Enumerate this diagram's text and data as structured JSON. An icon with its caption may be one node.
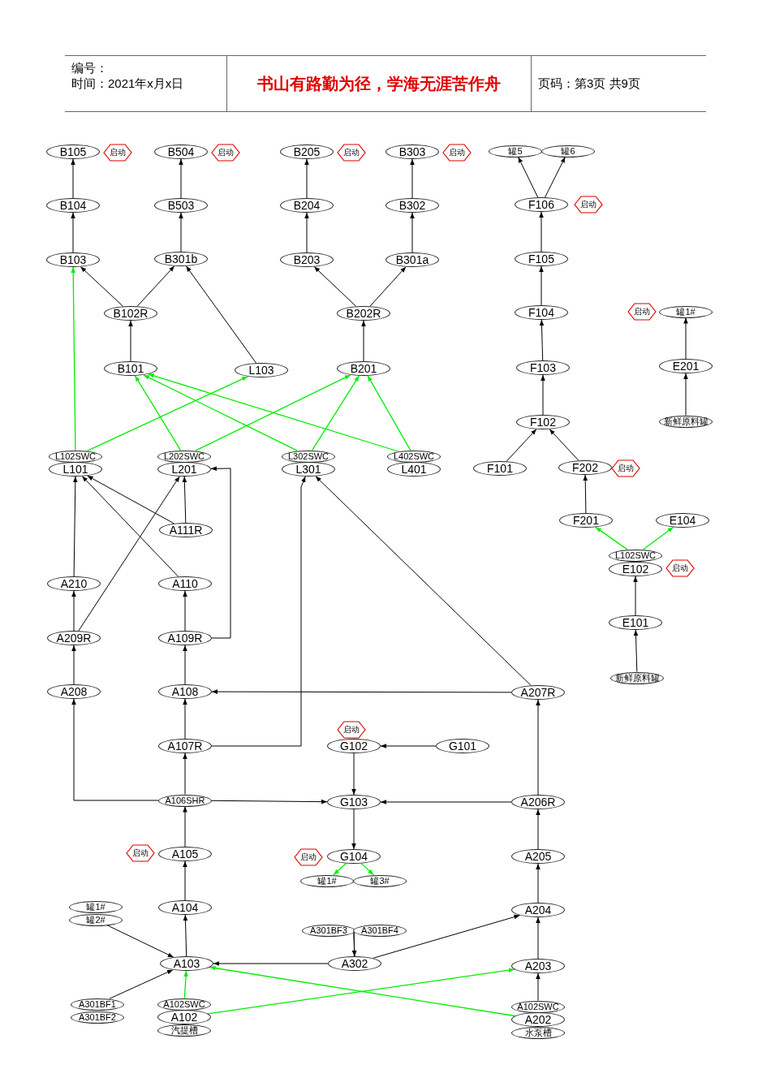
{
  "diagram": {
    "nodes": [
      {
        "text": [
          "B105"
        ]
      },
      {
        "text": [
          "启动"
        ]
      },
      {
        "text": [
          "B504"
        ]
      },
      {
        "text": [
          "启动"
        ]
      },
      {
        "text": [
          "B205"
        ]
      },
      {
        "text": [
          "启动"
        ]
      },
      {
        "text": [
          "B303"
        ]
      },
      {
        "text": [
          "启动"
        ]
      },
      {
        "text": [
          "罐5"
        ]
      },
      {
        "text": [
          "罐6"
        ]
      },
      {
        "text": [
          "B104"
        ]
      },
      {
        "text": [
          "B503"
        ]
      },
      {
        "text": [
          "B204"
        ]
      },
      {
        "text": [
          "B302"
        ]
      },
      {
        "text": [
          "F106"
        ]
      },
      {
        "text": [
          "启动"
        ]
      },
      {
        "text": [
          "B103"
        ]
      },
      {
        "text": [
          "B301b"
        ]
      },
      {
        "text": [
          "B203"
        ]
      },
      {
        "text": [
          "B301a"
        ]
      },
      {
        "text": [
          "F105"
        ]
      },
      {
        "text": [
          "B102R"
        ]
      },
      {
        "text": [
          "B202R"
        ]
      },
      {
        "text": [
          "F104"
        ]
      },
      {
        "text": [
          "启动"
        ]
      },
      {
        "text": [
          "罐1#"
        ]
      },
      {
        "text": [
          "B101"
        ]
      },
      {
        "text": [
          "L103"
        ]
      },
      {
        "text": [
          "B201"
        ]
      },
      {
        "text": [
          "F103"
        ]
      },
      {
        "text": [
          "E201"
        ]
      },
      {
        "text": [
          "F102"
        ]
      },
      {
        "text": [
          "新鲜原料罐"
        ]
      },
      {
        "text": [
          "L102SWC"
        ]
      },
      {
        "text": [
          "L202SWC"
        ]
      },
      {
        "text": [
          "L302SWC"
        ]
      },
      {
        "text": [
          "L402SWC"
        ]
      },
      {
        "text": [
          "L101"
        ]
      },
      {
        "text": [
          "L201"
        ]
      },
      {
        "text": [
          "L301"
        ]
      },
      {
        "text": [
          "L401"
        ]
      },
      {
        "text": [
          "F101"
        ]
      },
      {
        "text": [
          "F202"
        ]
      },
      {
        "text": [
          "启动"
        ]
      },
      {
        "text": [
          "F201"
        ]
      },
      {
        "text": [
          "E104"
        ]
      },
      {
        "text": [
          "A111R"
        ]
      },
      {
        "text": [
          "L102SWC"
        ]
      },
      {
        "text": [
          "E102"
        ]
      },
      {
        "text": [
          "启动"
        ]
      },
      {
        "text": [
          "A210"
        ]
      },
      {
        "text": [
          "A110"
        ]
      },
      {
        "text": [
          "E101"
        ]
      },
      {
        "text": [
          "A209R"
        ]
      },
      {
        "text": [
          "A109R"
        ]
      },
      {
        "text": [
          "新鲜原料罐"
        ]
      },
      {
        "text": [
          "A208"
        ]
      },
      {
        "text": [
          "A108"
        ]
      },
      {
        "text": [
          "A207R"
        ]
      },
      {
        "text": [
          "启动"
        ]
      },
      {
        "text": [
          "A107R"
        ]
      },
      {
        "text": [
          "G102"
        ]
      },
      {
        "text": [
          "G101"
        ]
      },
      {
        "text": [
          "A106SHR"
        ]
      },
      {
        "text": [
          "G103"
        ]
      },
      {
        "text": [
          "A206R"
        ]
      },
      {
        "text": [
          "启动"
        ]
      },
      {
        "text": [
          "A105"
        ]
      },
      {
        "text": [
          "启动"
        ]
      },
      {
        "text": [
          "G104"
        ]
      },
      {
        "text": [
          "A205"
        ]
      },
      {
        "text": [
          "罐1#"
        ]
      },
      {
        "text": [
          "罐3#"
        ]
      },
      {
        "text": [
          "罐1#"
        ]
      },
      {
        "text": [
          "A104"
        ]
      },
      {
        "text": [
          "A204"
        ]
      },
      {
        "text": [
          "罐2#"
        ]
      },
      {
        "text": [
          "A301BF3"
        ]
      },
      {
        "text": [
          "A301BF4"
        ]
      },
      {
        "text": [
          "A103"
        ]
      },
      {
        "text": [
          "A302"
        ]
      },
      {
        "text": [
          "A203"
        ]
      },
      {
        "text": [
          "A301BF1"
        ]
      },
      {
        "text": [
          "A102SWC"
        ]
      },
      {
        "text": [
          "A102SWC"
        ]
      },
      {
        "text": [
          "A301BF2"
        ]
      },
      {
        "text": [
          "A102"
        ]
      },
      {
        "text": [
          "A202"
        ]
      },
      {
        "text": [
          "汽提槽"
        ]
      },
      {
        "text": [
          "水泵槽"
        ]
      }
    ],
    "edges": [
      {
        "from": 10,
        "to": 0,
        "arrow": "to"
      },
      {
        "from": 11,
        "to": 2,
        "arrow": "to"
      },
      {
        "from": 12,
        "to": 4,
        "arrow": "to"
      },
      {
        "from": 13,
        "to": 6,
        "arrow": "to"
      },
      {
        "from": 14,
        "to": 8,
        "arrow": "to"
      },
      {
        "from": 14,
        "to": 9,
        "arrow": "to"
      },
      {
        "from": 16,
        "to": 10,
        "arrow": "to"
      },
      {
        "from": 17,
        "to": 11,
        "arrow": "to"
      },
      {
        "from": 18,
        "to": 12,
        "arrow": "to"
      },
      {
        "from": 19,
        "to": 13,
        "arrow": "to"
      },
      {
        "from": 20,
        "to": 14,
        "arrow": "to"
      },
      {
        "from": 21,
        "to": 16,
        "arrow": "to"
      },
      {
        "from": 21,
        "to": 17,
        "arrow": "to"
      },
      {
        "from": 27,
        "to": 17,
        "arrow": "to"
      },
      {
        "from": 22,
        "to": 18,
        "arrow": "to"
      },
      {
        "from": 22,
        "to": 19,
        "arrow": "to"
      },
      {
        "from": 23,
        "to": 20,
        "arrow": "to"
      },
      {
        "from": 26,
        "to": 21,
        "arrow": "to"
      },
      {
        "from": 28,
        "to": 22,
        "arrow": "to"
      },
      {
        "from": 29,
        "to": 23,
        "arrow": "to"
      },
      {
        "from": 30,
        "to": 25,
        "arrow": "to"
      },
      {
        "from": 31,
        "to": 29,
        "arrow": "to"
      },
      {
        "from": 32,
        "to": 30,
        "arrow": "to"
      },
      {
        "from": 33,
        "to": 16,
        "arrow": "to",
        "color": "#00ee00"
      },
      {
        "from": 33,
        "to": 27,
        "arrow": "to",
        "color": "#00ee00"
      },
      {
        "from": 34,
        "to": 26,
        "arrow": "to",
        "color": "#00ee00"
      },
      {
        "from": 34,
        "to": 28,
        "arrow": "to",
        "color": "#00ee00"
      },
      {
        "from": 35,
        "to": 26,
        "arrow": "to",
        "color": "#00ee00"
      },
      {
        "from": 35,
        "to": 28,
        "arrow": "to",
        "color": "#00ee00"
      },
      {
        "from": 36,
        "to": 26,
        "arrow": "to",
        "color": "#00ee00"
      },
      {
        "from": 36,
        "to": 28,
        "arrow": "to",
        "color": "#00ee00"
      },
      {
        "from": 41,
        "to": 31,
        "arrow": "to"
      },
      {
        "from": 42,
        "to": 31,
        "arrow": "to"
      },
      {
        "from": 44,
        "to": 42,
        "arrow": "to"
      },
      {
        "from": 47,
        "to": 44,
        "arrow": "to",
        "color": "#00ee00"
      },
      {
        "from": 47,
        "to": 45,
        "arrow": "to",
        "color": "#00ee00"
      },
      {
        "from": 52,
        "to": 48,
        "arrow": "to"
      },
      {
        "from": 55,
        "to": 52,
        "arrow": "to"
      },
      {
        "from": 46,
        "to": 37,
        "arrow": "to"
      },
      {
        "from": 46,
        "to": 38,
        "arrow": "to"
      },
      {
        "from": 51,
        "to": 37,
        "arrow": "to"
      },
      {
        "from": 50,
        "to": 37,
        "arrow": "to"
      },
      {
        "from": 53,
        "to": 38,
        "arrow": "to"
      },
      {
        "from": 54,
        "to": 38,
        "arrow": "to"
      },
      {
        "from": 54,
        "to": 51,
        "arrow": "to"
      },
      {
        "from": 53,
        "to": 50,
        "arrow": "to"
      },
      {
        "from": 56,
        "to": 53,
        "arrow": "to"
      },
      {
        "from": 57,
        "to": 54,
        "arrow": "to"
      },
      {
        "from": 58,
        "to": 57,
        "arrow": "to"
      },
      {
        "from": 58,
        "to": 39,
        "arrow": "to"
      },
      {
        "from": 60,
        "to": 57,
        "arrow": "to"
      },
      {
        "from": 60,
        "to": 39,
        "arrow": "to"
      },
      {
        "from": 62,
        "to": 61,
        "arrow": "to"
      },
      {
        "from": 63,
        "to": 56,
        "arrow": "to"
      },
      {
        "from": 63,
        "to": 60,
        "arrow": "to"
      },
      {
        "from": 63,
        "to": 64,
        "arrow": "to"
      },
      {
        "from": 61,
        "to": 64,
        "arrow": "to"
      },
      {
        "from": 65,
        "to": 64,
        "arrow": "to"
      },
      {
        "from": 65,
        "to": 58,
        "arrow": "to"
      },
      {
        "from": 67,
        "to": 63,
        "arrow": "to"
      },
      {
        "from": 64,
        "to": 69,
        "arrow": "to"
      },
      {
        "from": 69,
        "to": 71,
        "arrow": "to",
        "color": "#00ee00"
      },
      {
        "from": 69,
        "to": 72,
        "arrow": "to",
        "color": "#00ee00"
      },
      {
        "from": 70,
        "to": 65,
        "arrow": "to"
      },
      {
        "from": 74,
        "to": 67,
        "arrow": "to"
      },
      {
        "from": 75,
        "to": 70,
        "arrow": "to"
      },
      {
        "from": 76,
        "to": 79,
        "arrow": "to"
      },
      {
        "from": 77,
        "to": 80,
        "arrow": "to"
      },
      {
        "from": 78,
        "to": 80,
        "arrow": "to"
      },
      {
        "from": 80,
        "to": 79,
        "arrow": "to"
      },
      {
        "from": 80,
        "to": 75,
        "arrow": "to"
      },
      {
        "from": 79,
        "to": 74,
        "arrow": "to"
      },
      {
        "from": 81,
        "to": 75,
        "arrow": "to"
      },
      {
        "from": 82,
        "to": 79,
        "arrow": "to"
      },
      {
        "from": 83,
        "to": 79,
        "arrow": "to",
        "color": "#00ee00"
      },
      {
        "from": 84,
        "to": 81,
        "arrow": "to"
      },
      {
        "from": 86,
        "to": 81,
        "arrow": "to",
        "color": "#00ee00"
      },
      {
        "from": 87,
        "to": 79,
        "arrow": "to",
        "color": "#00ee00"
      }
    ],
    "labels": [
      "编号：",
      "时间：2021年x月x日",
      "书山有路勤为径，学海无涯苦作舟",
      "页码：第3页 共9页"
    ]
  }
}
